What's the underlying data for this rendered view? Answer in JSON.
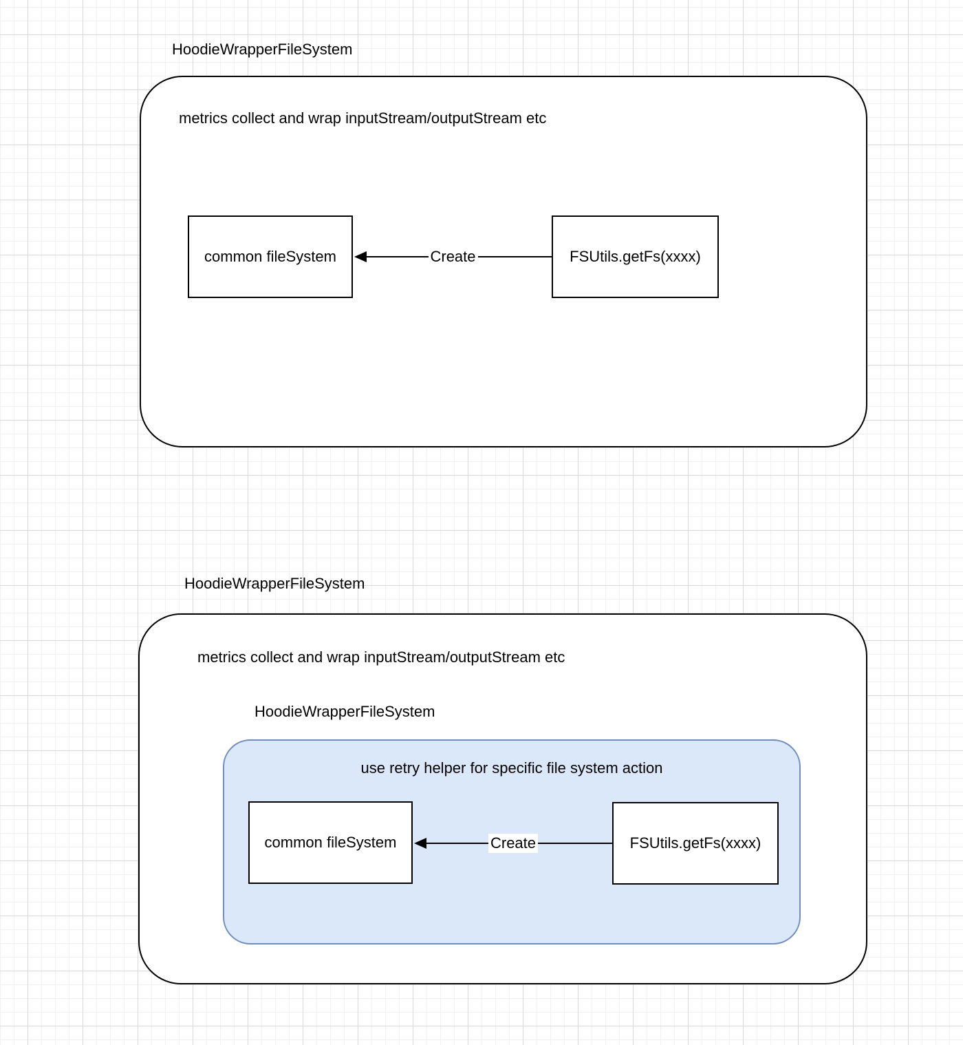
{
  "colors": {
    "shape_stroke": "#000000",
    "shape_fill": "#ffffff",
    "inner_container_fill": "#dbe8fa",
    "inner_container_stroke": "#6f8dbf",
    "grid_minor": "#f0f0f0",
    "grid_major": "#d9d9d9"
  },
  "diagram_top": {
    "title": "HoodieWrapperFileSystem",
    "container_note": "metrics collect and wrap inputStream/outputStream etc",
    "nodes": {
      "left": "common fileSystem",
      "right": "FSUtils.getFs(xxxx)"
    },
    "edge_label": "Create"
  },
  "diagram_bottom": {
    "title": "HoodieWrapperFileSystem",
    "container_note": "metrics collect and wrap inputStream/outputStream etc",
    "inner_title": "HoodieWrapperFileSystem",
    "inner_note": "use retry helper for specific file system action",
    "nodes": {
      "left": "common fileSystem",
      "right": "FSUtils.getFs(xxxx)"
    },
    "edge_label": "Create"
  }
}
